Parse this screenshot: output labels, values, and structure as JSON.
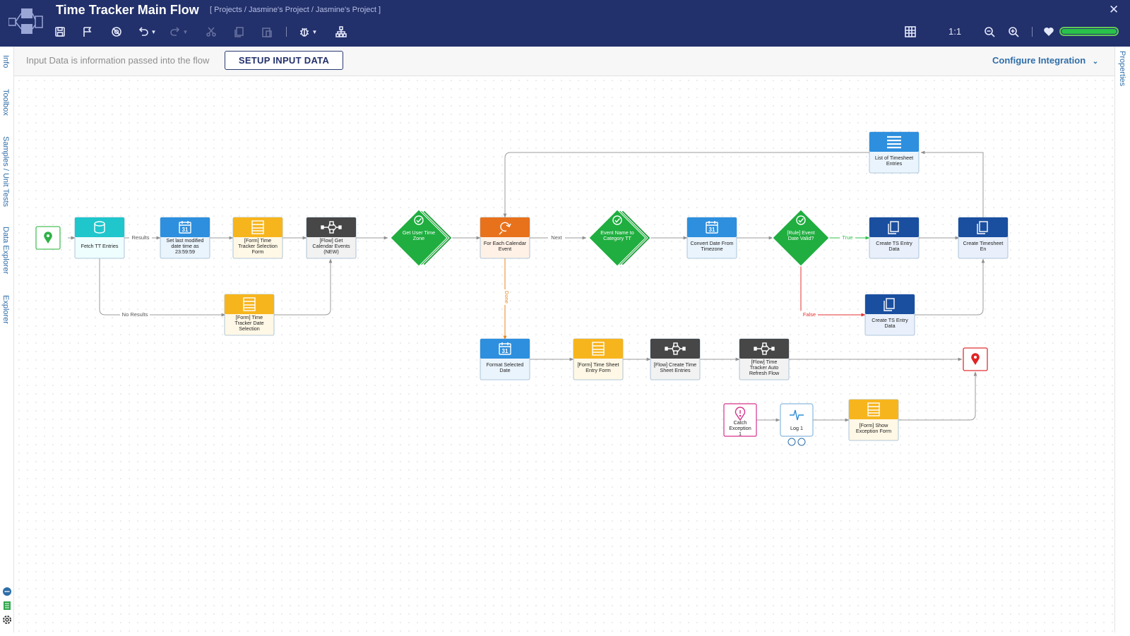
{
  "header": {
    "title": "Time Tracker Main Flow",
    "breadcrumb": "[ Projects / Jasmine's Project / Jasmine's Project ]",
    "zoom_label": "1:1",
    "health_percent": 100,
    "close_symbol": "✕"
  },
  "toolbar": {
    "left": [
      {
        "icon": "save-icon"
      },
      {
        "icon": "flag-icon"
      },
      {
        "icon": "test-run-icon"
      },
      {
        "icon": "undo-icon",
        "dropdown": true
      },
      {
        "icon": "redo-icon",
        "dropdown": true,
        "disabled": true
      },
      {
        "icon": "cut-icon",
        "disabled": true
      },
      {
        "icon": "copy-icon",
        "disabled": true
      },
      {
        "icon": "paste-icon",
        "disabled": true
      },
      {
        "icon": "debug-icon",
        "dropdown": true
      },
      {
        "icon": "org-chart-icon"
      }
    ],
    "right": [
      {
        "icon": "grid-icon"
      },
      {
        "icon": "zoom-out-icon"
      },
      {
        "icon": "zoom-in-icon"
      },
      {
        "icon": "heart-icon"
      }
    ]
  },
  "left_tabs": [
    "Info",
    "Toolbox",
    "Samples / Unit Tests",
    "Data Explorer",
    "Explorer"
  ],
  "right_tabs": [
    "Properties"
  ],
  "input_bar": {
    "hint": "Input Data is information passed into the flow",
    "setup_button": "SETUP INPUT DATA",
    "configure": "Configure Integration"
  },
  "colors": {
    "header": "#22306b",
    "teal": "#1fc6cc",
    "light_blue": "#2d8fde",
    "yellow": "#f7b51d",
    "dark_gray": "#474747",
    "green": "#1fae3f",
    "orange": "#e8721c",
    "dark_blue": "#1a4fa0",
    "link": "#2f6ea8"
  },
  "flow": {
    "nodes": [
      {
        "id": "start",
        "label": "",
        "type": "start"
      },
      {
        "id": "fetch",
        "label": "Fetch TT Entries",
        "type": "teal",
        "icon": "database-icon"
      },
      {
        "id": "setlast",
        "label": "Set last modified date time as 23:59:59",
        "type": "blue",
        "icon": "calendar-icon"
      },
      {
        "id": "form1",
        "label": "[Form] Time Tracker Selection Form",
        "type": "yellow",
        "icon": "form-icon"
      },
      {
        "id": "flowcal",
        "label": "[Flow] Get Calendar Events (NEW)",
        "type": "dark",
        "icon": "subflow-icon"
      },
      {
        "id": "usertz",
        "label": "Get User Time Zone",
        "type": "diamond-stack",
        "icon": "check-icon"
      },
      {
        "id": "foreach",
        "label": "For Each Calendar Event",
        "type": "orange",
        "icon": "loop-icon"
      },
      {
        "id": "eventname",
        "label": "Event Name to Category TT",
        "type": "diamond-stack",
        "icon": "check-icon"
      },
      {
        "id": "convert",
        "label": "Convert Date From Timezone",
        "type": "blue",
        "icon": "calendar-icon"
      },
      {
        "id": "rule",
        "label": "[Rule] Event Date Valid?",
        "type": "diamond",
        "icon": "check-icon"
      },
      {
        "id": "createts1",
        "label": "Create TS Entry Data",
        "type": "navy",
        "icon": "copy-icon"
      },
      {
        "id": "createsheet",
        "label": "Create Timesheet En",
        "type": "navy",
        "icon": "copy-icon"
      },
      {
        "id": "list",
        "label": "List of Timesheet Entries",
        "type": "blue",
        "icon": "list-icon"
      },
      {
        "id": "form2",
        "label": "[Form] Time Tracker Date Selection",
        "type": "yellow",
        "icon": "form-icon"
      },
      {
        "id": "createts2",
        "label": "Create TS Entry Data",
        "type": "navy",
        "icon": "copy-icon"
      },
      {
        "id": "format",
        "label": "Format Selected Date",
        "type": "blue",
        "icon": "calendar-icon"
      },
      {
        "id": "form3",
        "label": "[Form] Time Sheet Entry Form",
        "type": "yellow",
        "icon": "form-icon"
      },
      {
        "id": "flow3",
        "label": "[Flow] Create Time Sheet Entries",
        "type": "dark",
        "icon": "subflow-icon"
      },
      {
        "id": "flow4",
        "label": "[Flow] Time Tracker Auto Refresh Flow",
        "type": "dark",
        "icon": "subflow-icon"
      },
      {
        "id": "end",
        "label": "",
        "type": "end"
      },
      {
        "id": "catch",
        "label": "Catch Exception 1",
        "type": "catch",
        "icon": "alert-icon"
      },
      {
        "id": "log",
        "label": "Log 1",
        "type": "log",
        "icon": "pulse-icon"
      },
      {
        "id": "form4",
        "label": "[Form] Show Exception Form",
        "type": "yellow",
        "icon": "form-icon"
      }
    ],
    "connector_labels": [
      "Results",
      "No Results",
      "Next",
      "Done",
      "True",
      "False"
    ]
  }
}
